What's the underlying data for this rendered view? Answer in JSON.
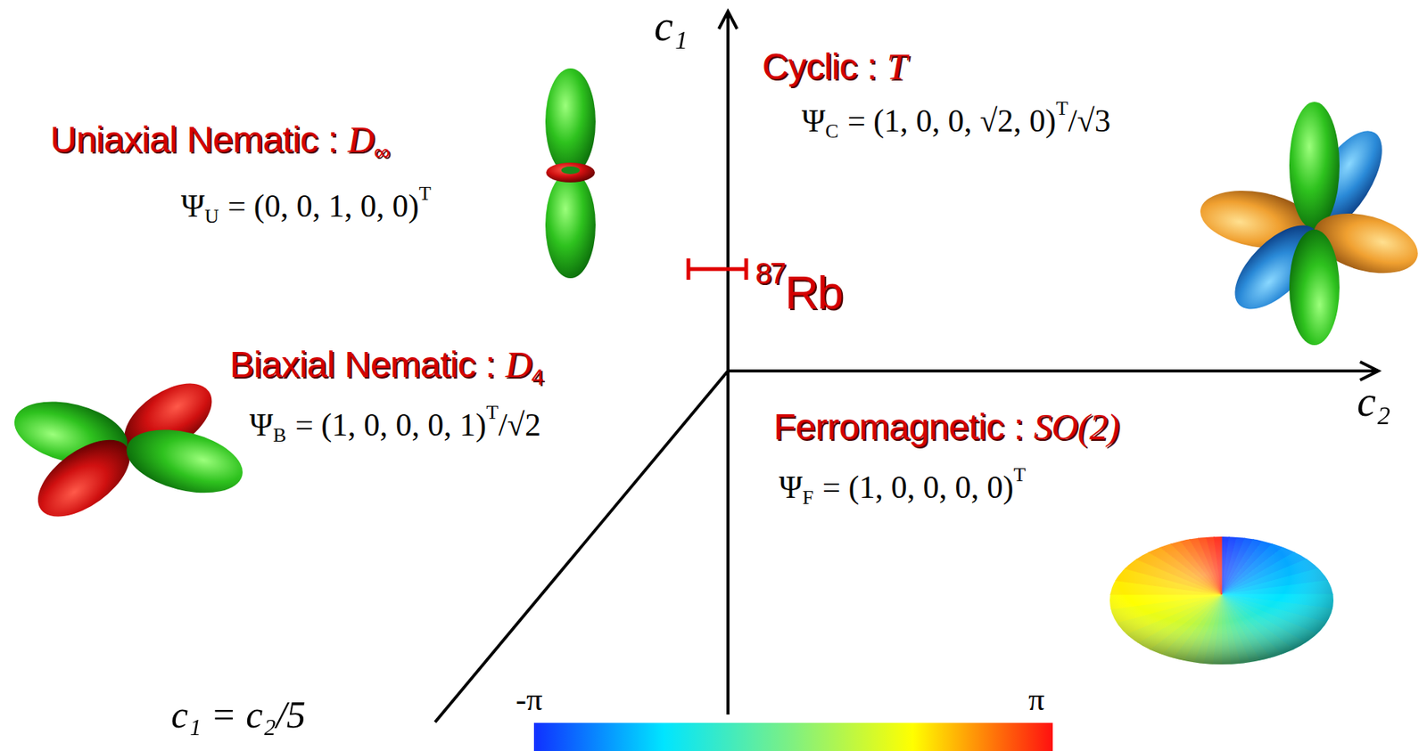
{
  "diagram": {
    "labels": [
      "c₁",
      "Cyclic :",
      "T",
      "Ψ",
      "C",
      "= (1, 0, 0, √2, 0)",
      "T",
      "/√3",
      "Uniaxial Nematic :",
      "D",
      "∞",
      "Ψ",
      "U",
      "= (0, 0, 1, 0, 0)",
      "T",
      "87",
      "Rb",
      "Biaxial Nematic :",
      "D",
      "4",
      "Ψ",
      "B",
      "= (1, 0, 0, 0, 1)",
      "T",
      "/√2",
      "c₂",
      "Ferromagnetic :",
      "SO(2)",
      "Ψ",
      "F",
      "= (1, 0, 0, 0, 0)",
      "T",
      "c₁ = c₂/5",
      "-π",
      "π"
    ]
  }
}
